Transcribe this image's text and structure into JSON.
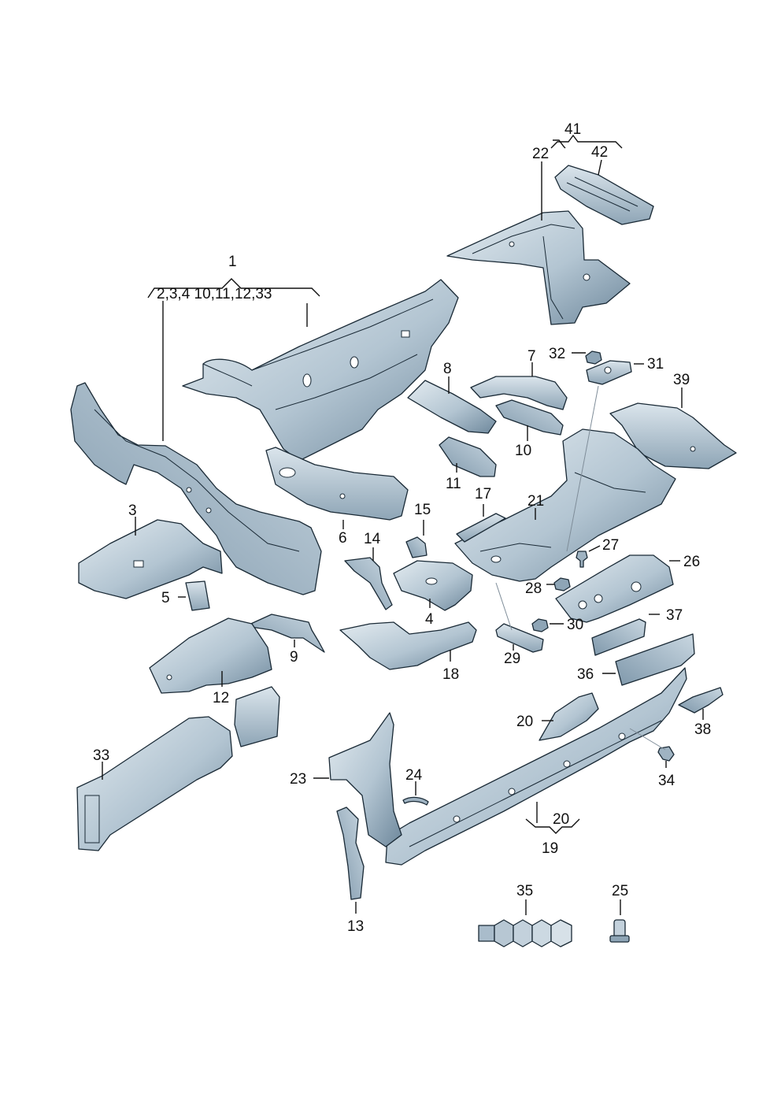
{
  "title": "Body floor / side member parts exploded view",
  "colors": {
    "part_light": "#d7e1e8",
    "part_mid": "#a9bccb",
    "part_dark": "#6c8599",
    "line": "#1a2a36",
    "label": "#111111"
  },
  "labels": {
    "l1": "1",
    "l1_group": "2,3,4 10,11,12,33",
    "l41": "41",
    "l22": "22",
    "l42": "42",
    "l3": "3",
    "l5": "5",
    "l6": "6",
    "l7": "7",
    "l8": "8",
    "l9": "9",
    "l10": "10",
    "l11": "11",
    "l12": "12",
    "l13": "13",
    "l14": "14",
    "l15": "15",
    "l17": "17",
    "l18": "18",
    "l19": "19",
    "l20a": "20",
    "l20b": "20",
    "l21": "21",
    "l23": "23",
    "l24": "24",
    "l25": "25",
    "l26": "26",
    "l27": "27",
    "l28": "28",
    "l29": "29",
    "l30": "30",
    "l31": "31",
    "l32": "32",
    "l33": "33",
    "l34": "34",
    "l35": "35",
    "l36": "36",
    "l37": "37",
    "l38": "38",
    "l39": "39",
    "l4": "4"
  }
}
